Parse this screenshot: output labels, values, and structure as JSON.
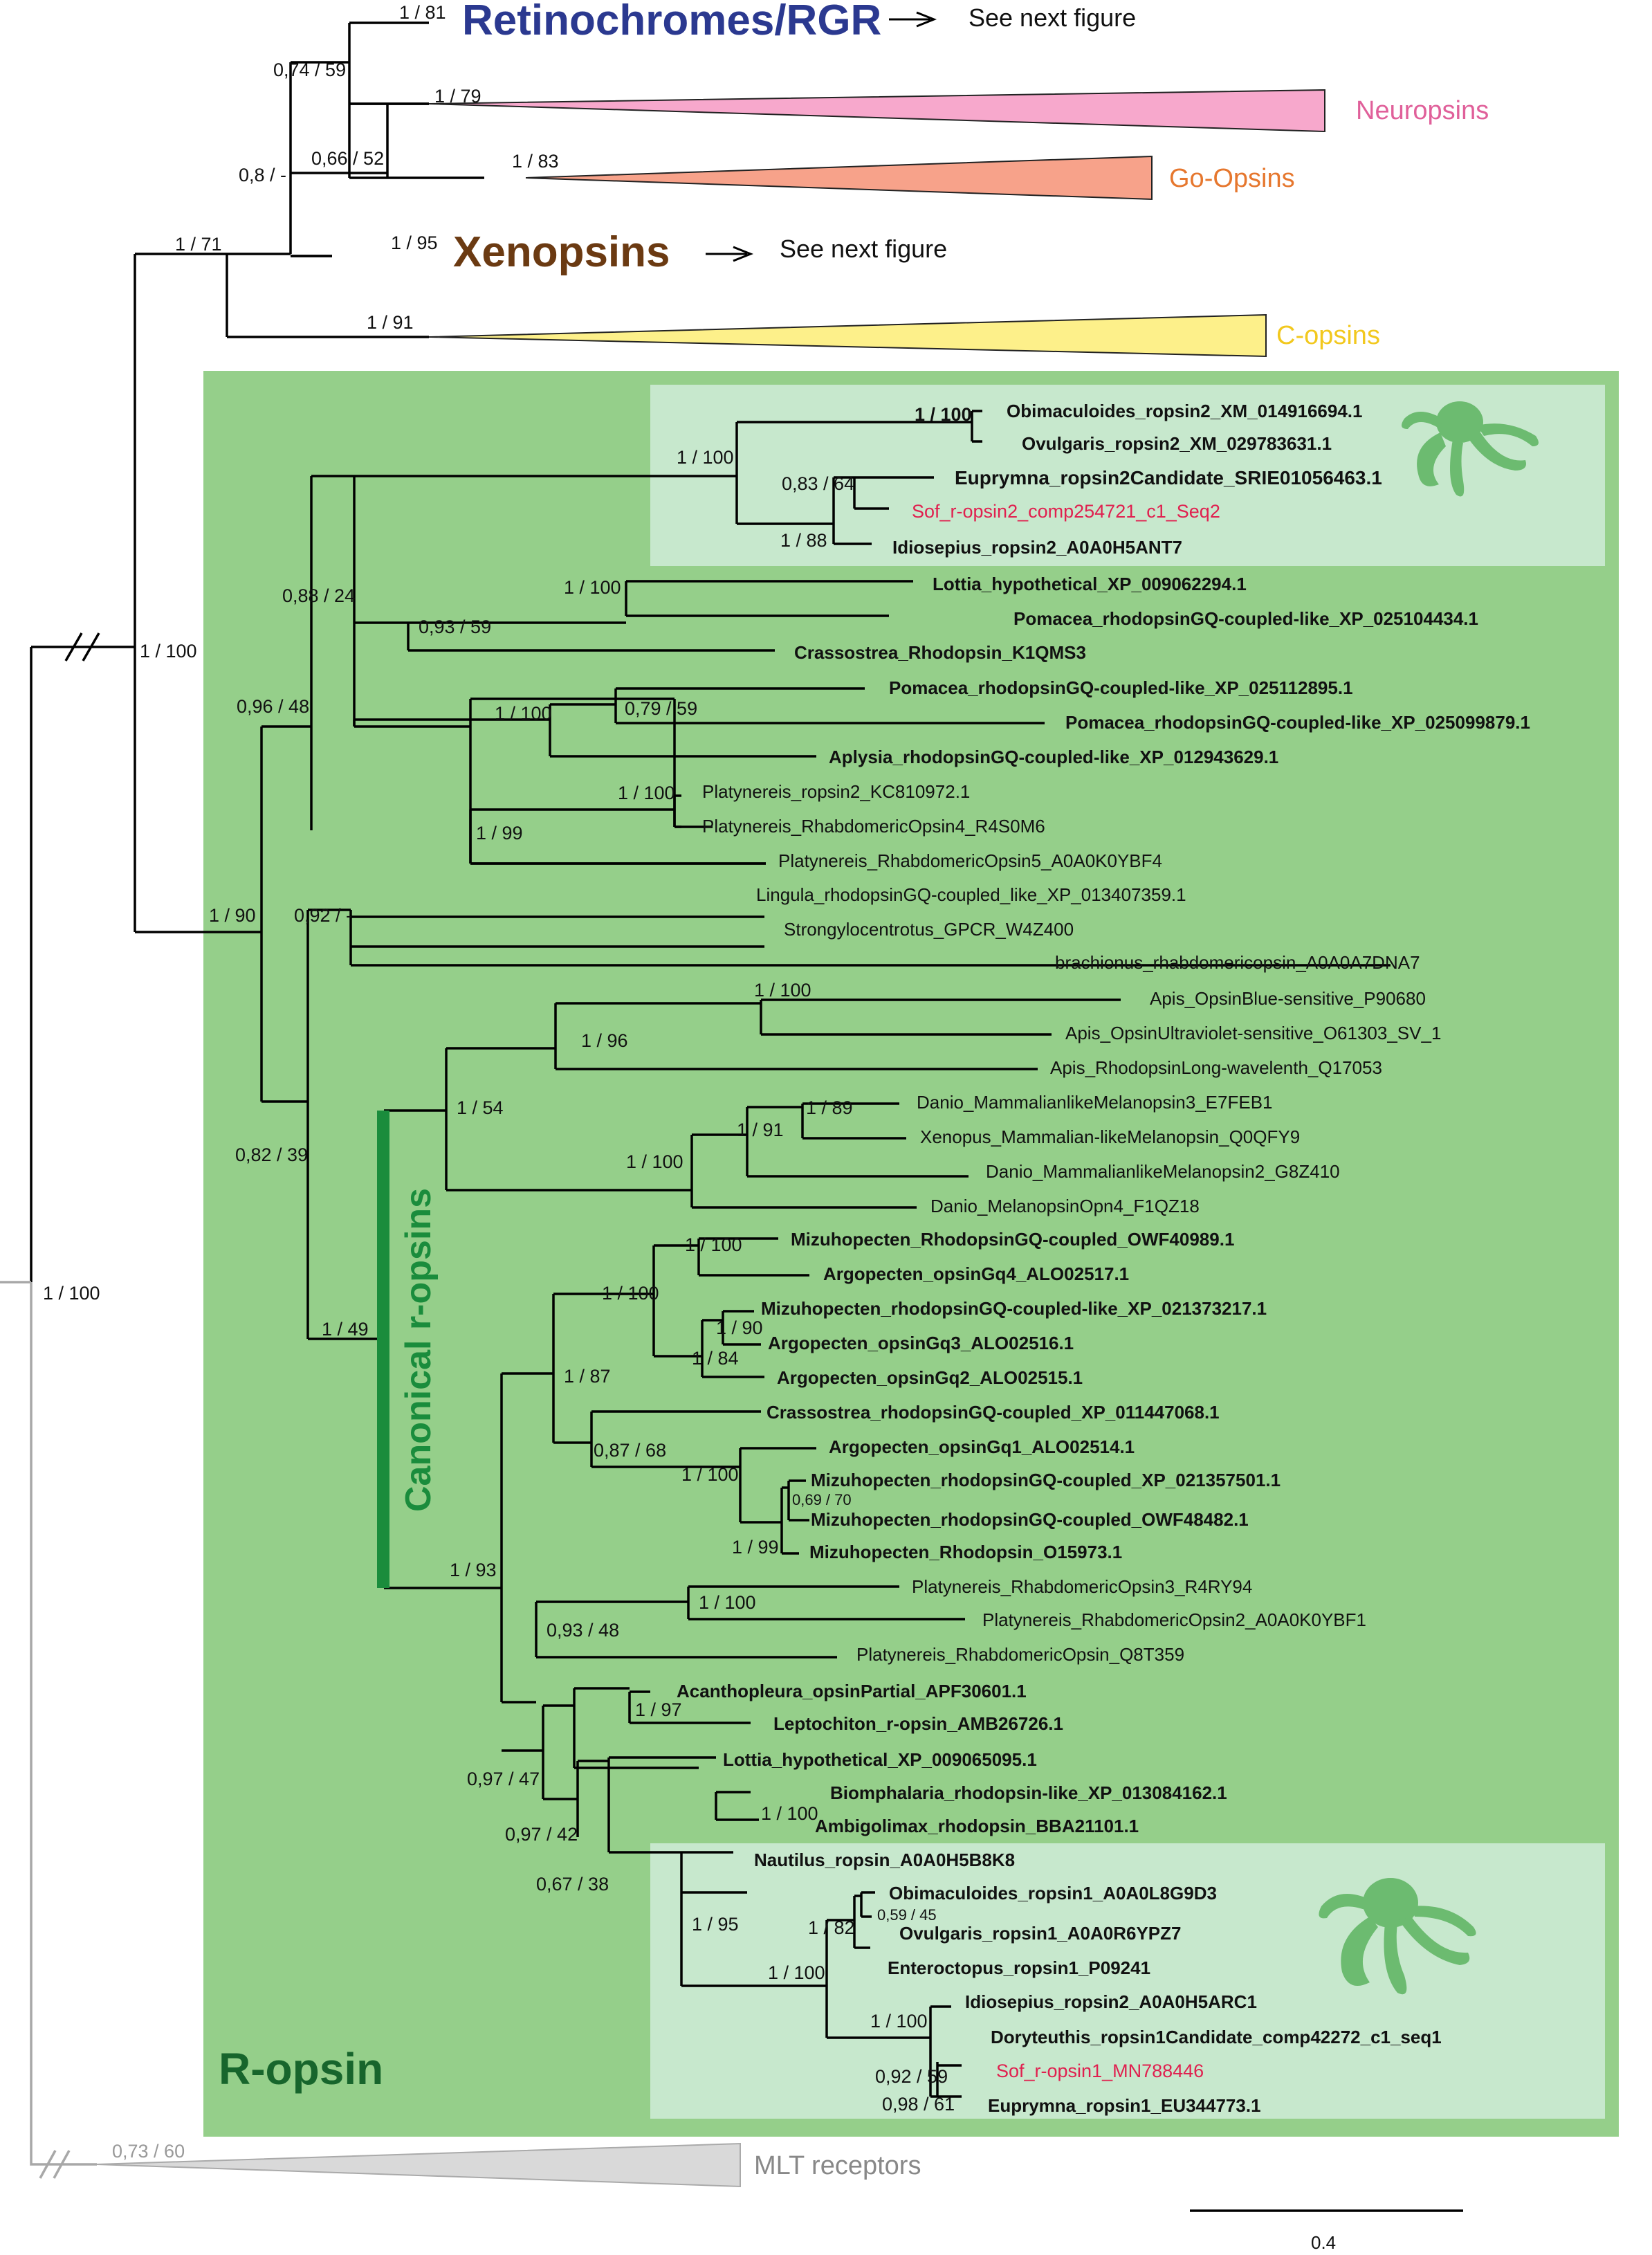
{
  "clades": {
    "retinochromes": {
      "label": "Retinochromes/RGR",
      "note": "See next figure",
      "color": "#2b3990"
    },
    "neuropsins": {
      "label": "Neuropsins",
      "color": "#e0609a",
      "fill": "#f7a8cc"
    },
    "go_opsins": {
      "label": "Go-Opsins",
      "color": "#e6772e",
      "fill": "#f7a28a"
    },
    "xenopsins": {
      "label": "Xenopsins",
      "note": "See next figure",
      "color": "#6b3a12"
    },
    "c_opsins": {
      "label": "C-opsins",
      "color": "#f2c81e",
      "fill": "#fdf08a"
    },
    "r_opsin": {
      "label": "R-opsin",
      "color": "#17652c",
      "box": "#95cf8a",
      "subbox": "#c7e8cd"
    },
    "canonical": {
      "label": "Canonical r-opsins",
      "color": "#1a8c3c"
    },
    "mlt": {
      "label": "MLT receptors",
      "color": "#888888",
      "fill": "#d9d9d9"
    }
  },
  "support": {
    "retino": "1 / 81",
    "n1": "0,74 / 59",
    "neuro": "1 / 79",
    "n2": "0,66 / 52",
    "goops": "1 / 83",
    "n3": "0,8 / -",
    "xeno": "1 / 95",
    "n4": "1 / 71",
    "copsin": "1 / 91",
    "ropsin": "1 / 100",
    "root": "1 / 100",
    "mlt": "0,73 / 60",
    "s_ceph2": "1 / 100",
    "s_obim2": "1 / 100",
    "s_eup2": "0,83 / 64",
    "s_idio2": "1 / 88",
    "s_088": "0,88 / 24",
    "s_lottia": "1 / 100",
    "s_093": "0,93 / 59",
    "s_096": "0,96 / 48",
    "s_pom": "1 / 100",
    "s_079": "0,79 / 59",
    "s_plat1": "1 / 100",
    "s_plat2": "1 / 99",
    "s_190": "1 / 90",
    "s_092": "0,92 / -",
    "s_apis": "1 / 100",
    "s_196": "1 / 96",
    "s_154": "1 / 54",
    "s_189": "1 / 89",
    "s_191": "1 / 91",
    "s_dan": "1 / 100",
    "s_082": "0,82 / 39",
    "s_149": "1 / 49",
    "s_mizu1": "1 / 100",
    "s_mizu2": "1 / 100",
    "s_190b": "1 / 90",
    "s_184": "1 / 84",
    "s_187": "1 / 87",
    "s_087": "0,87 / 68",
    "s_mizu3": "1 / 100",
    "s_069": "0,69 / 70",
    "s_199": "1 / 99",
    "s_193": "1 / 93",
    "s_plat3": "1 / 100",
    "s_093b": "0,93 / 48",
    "s_197": "1 / 97",
    "s_097a": "0,97 / 47",
    "s_097b": "0,97 / 42",
    "s_biom": "1 / 100",
    "s_067": "0,67 / 38",
    "s_195": "1 / 95",
    "s_182": "1 / 82",
    "s_059": "0,59 / 45",
    "s_ent": "1 / 100",
    "s_dory": "1 / 100",
    "s_092b": "0,92 / 59",
    "s_098": "0,98 / 61"
  },
  "leaves": {
    "obim2": "Obimaculoides_ropsin2_XM_014916694.1",
    "ovul2": "Ovulgaris_ropsin2_XM_029783631.1",
    "eup2": "Euprymna_ropsin2Candidate_SRIE01056463.1",
    "sof2": "Sof_r-opsin2_comp254721_c1_Seq2",
    "idio2": "Idiosepius_ropsin2_A0A0H5ANT7",
    "lottia1": "Lottia_hypothetical_XP_009062294.1",
    "pom1": "Pomacea_rhodopsinGQ-coupled-like_XP_025104434.1",
    "crass1": "Crassostrea_Rhodopsin_K1QMS3",
    "pom2": "Pomacea_rhodopsinGQ-coupled-like_XP_025112895.1",
    "pom3": "Pomacea_rhodopsinGQ-coupled-like_XP_025099879.1",
    "aply": "Aplysia_rhodopsinGQ-coupled-like_XP_012943629.1",
    "plat1": "Platynereis_ropsin2_KC810972.1",
    "plat2": "Platynereis_RhabdomericOpsin4_R4S0M6",
    "plat3": "Platynereis_RhabdomericOpsin5_A0A0K0YBF4",
    "ling": "Lingula_rhodopsinGQ-coupled_like_XP_013407359.1",
    "strong": "Strongylocentrotus_GPCR_W4Z400",
    "brach": "brachionus_rhabdomericopsin_A0A0A7DNA7",
    "apis1": "Apis_OpsinBlue-sensitive_P90680",
    "apis2": "Apis_OpsinUltraviolet-sensitive_O61303_SV_1",
    "apis3": "Apis_RhodopsinLong-wavelenth_Q17053",
    "dan1": "Danio_MammalianlikeMelanopsin3_E7FEB1",
    "xen": "Xenopus_Mammalian-likeMelanopsin_Q0QFY9",
    "dan2": "Danio_MammalianlikeMelanopsin2_G8Z410",
    "dan3": "Danio_MelanopsinOpn4_F1QZ18",
    "mizu1": "Mizuhopecten_RhodopsinGQ-coupled_OWF40989.1",
    "arg4": "Argopecten_opsinGq4_ALO02517.1",
    "mizu2": "Mizuhopecten_rhodopsinGQ-coupled-like_XP_021373217.1",
    "arg3": "Argopecten_opsinGq3_ALO02516.1",
    "arg2": "Argopecten_opsinGq2_ALO02515.1",
    "crass2": "Crassostrea_rhodopsinGQ-coupled_XP_011447068.1",
    "arg1": "Argopecten_opsinGq1_ALO02514.1",
    "mizu3": "Mizuhopecten_rhodopsinGQ-coupled_XP_021357501.1",
    "mizu4": "Mizuhopecten_rhodopsinGQ-coupled_OWF48482.1",
    "mizu5": "Mizuhopecten_Rhodopsin_O15973.1",
    "plat4": "Platynereis_RhabdomericOpsin3_R4RY94",
    "plat5": "Platynereis_RhabdomericOpsin2_A0A0K0YBF1",
    "plat6": "Platynereis_RhabdomericOpsin_Q8T359",
    "acan": "Acanthopleura_opsinPartial_APF30601.1",
    "lepto": "Leptochiton_r-opsin_AMB26726.1",
    "lottia2": "Lottia_hypothetical_XP_009065095.1",
    "biom": "Biomphalaria_rhodopsin-like_XP_013084162.1",
    "ambi": "Ambigolimax_rhodopsin_BBA21101.1",
    "naut": "Nautilus_ropsin_A0A0H5B8K8",
    "obim1": "Obimaculoides_ropsin1_A0A0L8G9D3",
    "ovul1": "Ovulgaris_ropsin1_A0A0R6YPZ7",
    "ent": "Enteroctopus_ropsin1_P09241",
    "idio1": "Idiosepius_ropsin2_A0A0H5ARC1",
    "dory": "Doryteuthis_ropsin1Candidate_comp42272_c1_seq1",
    "sof1": "Sof_r-opsin1_MN788446",
    "eup1": "Euprymna_ropsin1_EU344773.1"
  },
  "scale": {
    "label": "0.4"
  }
}
